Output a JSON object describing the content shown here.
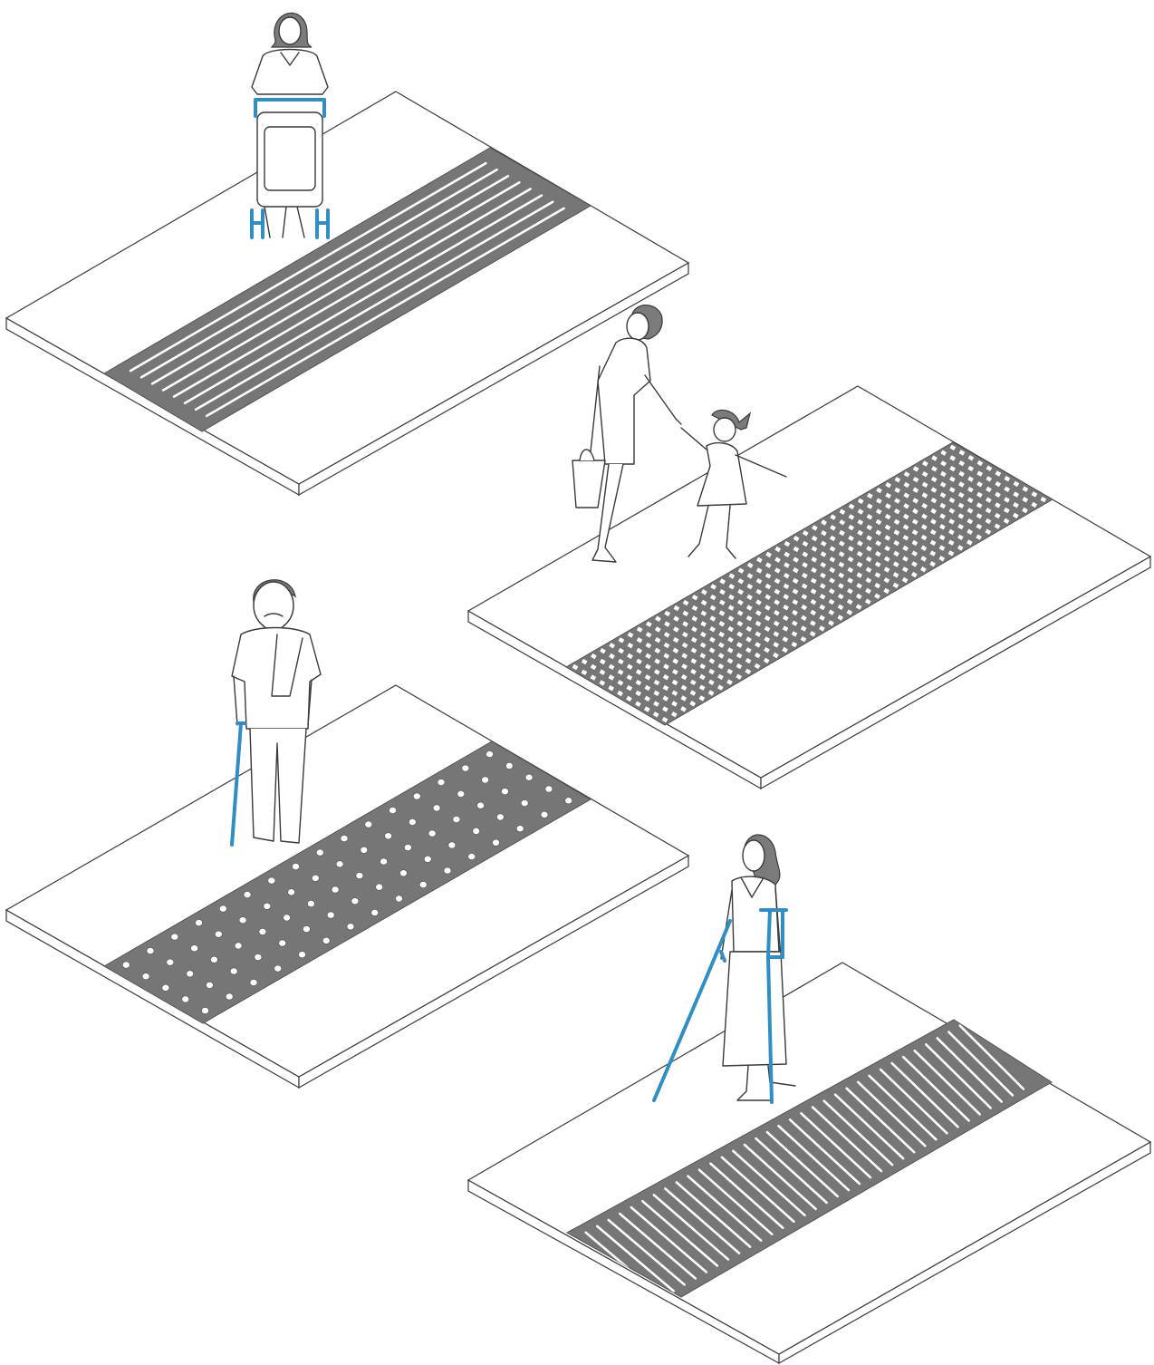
{
  "colors": {
    "background": "#ffffff",
    "outline": "#3a3a3a",
    "tactile_strip": "#767676",
    "assistive_device": "#2f8fc4"
  },
  "panels": [
    {
      "id": "panel-1",
      "strip_pattern": "linear-ribs",
      "person": "woman-with-stroller",
      "aid_icon": "stroller-icon"
    },
    {
      "id": "panel-2",
      "strip_pattern": "square-grid",
      "person": "mother-and-child",
      "aid_icon": ""
    },
    {
      "id": "panel-3",
      "strip_pattern": "round-dots",
      "person": "elderly-man-with-cane",
      "aid_icon": "walking-cane-icon"
    },
    {
      "id": "panel-4",
      "strip_pattern": "diagonal-ribs",
      "person": "woman-with-crutches",
      "aid_icon": "crutches-icon"
    }
  ]
}
